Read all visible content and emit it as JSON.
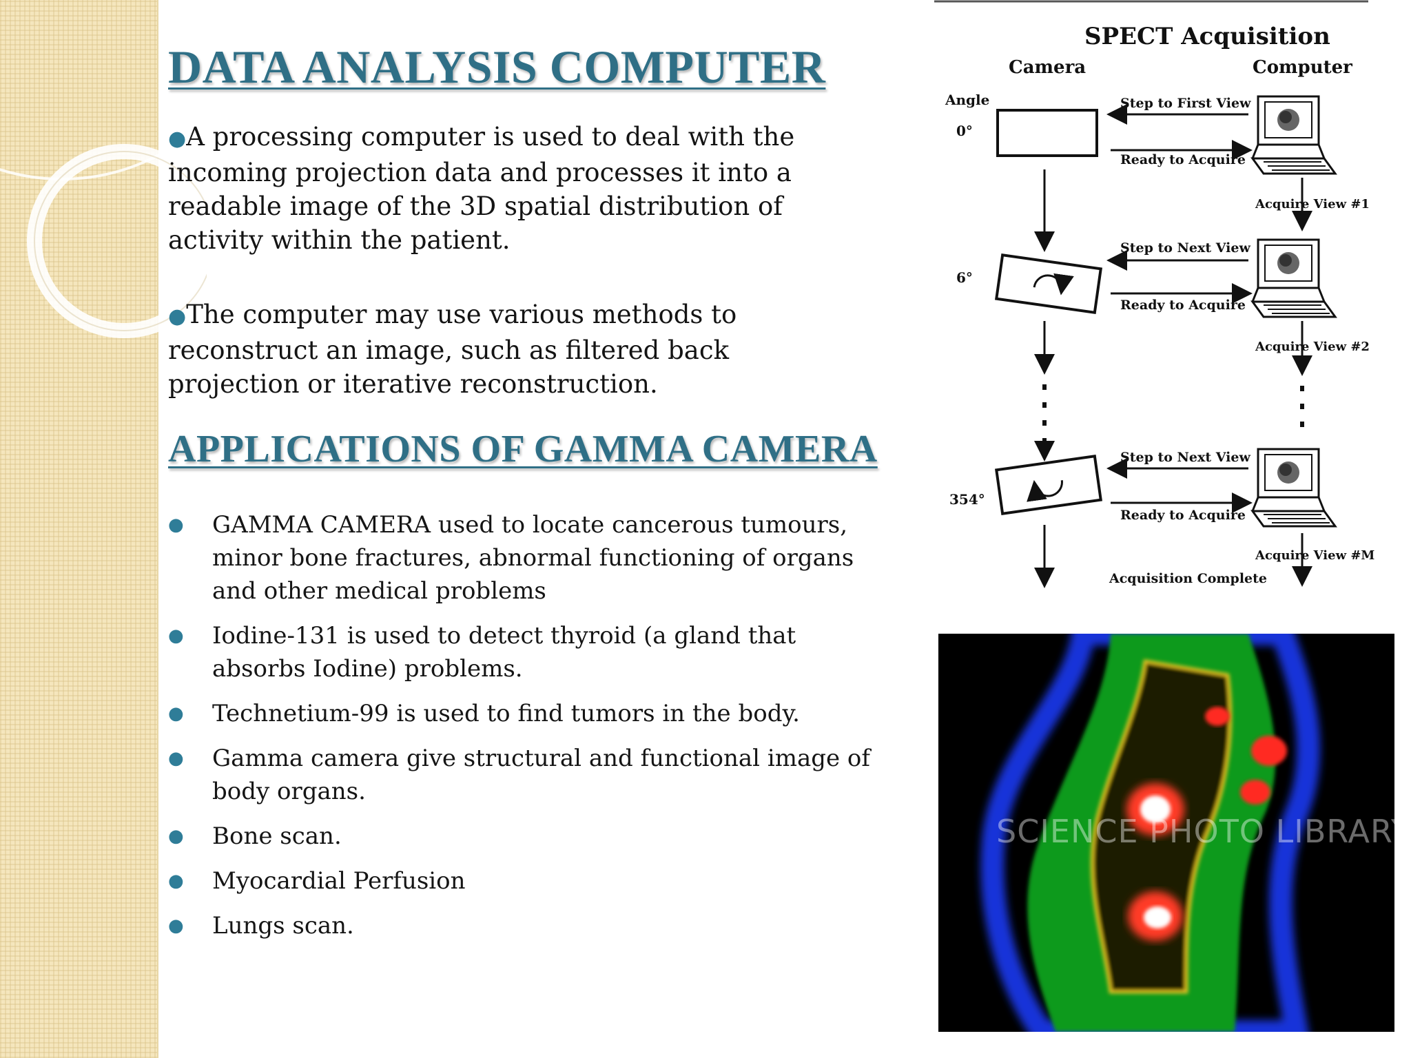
{
  "section1": {
    "title": "DATA  ANALYSIS COMPUTER",
    "paragraphs": [
      "A processing computer is used to deal with the incoming projection data and processes it into a readable image of the 3D spatial distribution of activity within the patient.",
      "The computer may use various methods to reconstruct an image, such as filtered back projection or iterative reconstruction."
    ]
  },
  "section2": {
    "title": "APPLICATIONS OF GAMMA CAMERA",
    "items": [
      "GAMMA CAMERA used to locate cancerous tumours, minor bone fractures, abnormal functioning of organs and other medical problems",
      "Iodine-131 is used to detect thyroid (a gland that absorbs Iodine) problems.",
      "Technetium-99 is used to find tumors in the body.",
      "Gamma camera give structural and functional image of body organs.",
      "Bone scan.",
      "Myocardial Perfusion",
      "Lungs scan."
    ]
  },
  "diagram": {
    "title": "SPECT Acquisition",
    "camera_label": "Camera",
    "computer_label": "Computer",
    "angle_label": "Angle",
    "angles": [
      "0°",
      "6°",
      "354°"
    ],
    "step_first": "Step to First View",
    "step_next": "Step to Next View",
    "ready": "Ready to Acquire",
    "acquire_views": [
      "Acquire View #1",
      "Acquire View #2",
      "Acquire View #M"
    ],
    "complete": "Acquisition Complete"
  },
  "scan_image": {
    "watermark": "SCIENCE PHOTO LIBRARY"
  },
  "colors": {
    "heading": "#2f6f86",
    "bullet": "#2f7d98",
    "side_strip": "#f5e6bd"
  }
}
